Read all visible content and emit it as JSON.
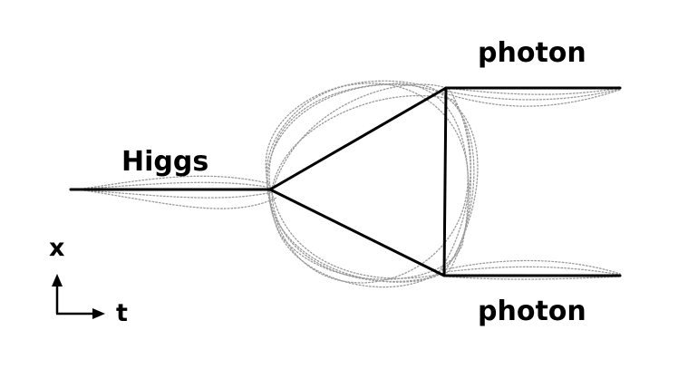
{
  "labels": {
    "higgs": "Higgs",
    "photon_top": "photon",
    "photon_bottom": "photon",
    "axis_x": "x",
    "axis_t": "t"
  },
  "colors": {
    "line": "#000000",
    "fluctuation": "#9a9a9a",
    "background": "#ffffff"
  }
}
